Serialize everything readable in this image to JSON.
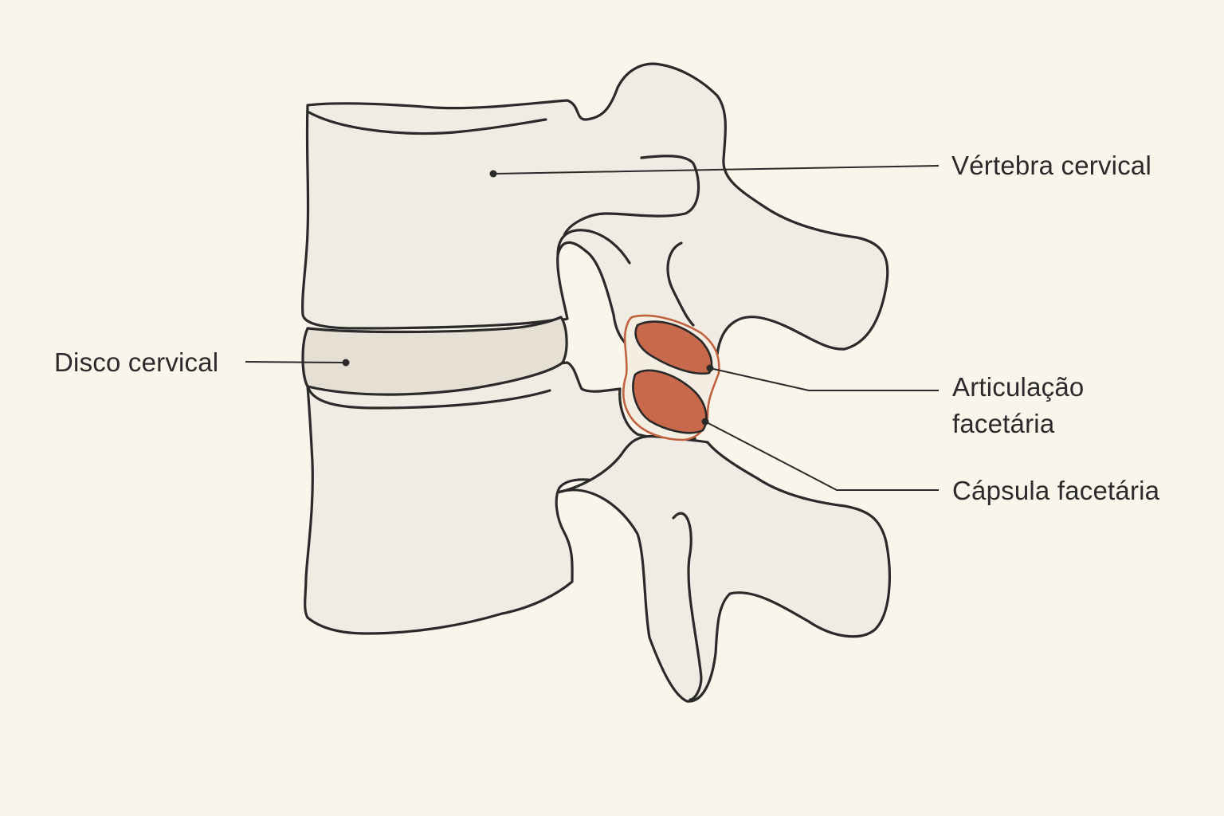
{
  "labels": {
    "vertebra": "Vértebra cervical",
    "disco": "Disco cervical",
    "articulacao_line1": "Articulação",
    "articulacao_line2": "facetária",
    "capsula": "Cápsula facetária"
  },
  "colors": {
    "background": "#faf5eb",
    "bone_fill": "#f1ece3",
    "disc_fill": "#e6dfd4",
    "outline": "#2a2a2a",
    "facet_fill": "#c9694b",
    "capsule_stroke": "#c0613f"
  }
}
